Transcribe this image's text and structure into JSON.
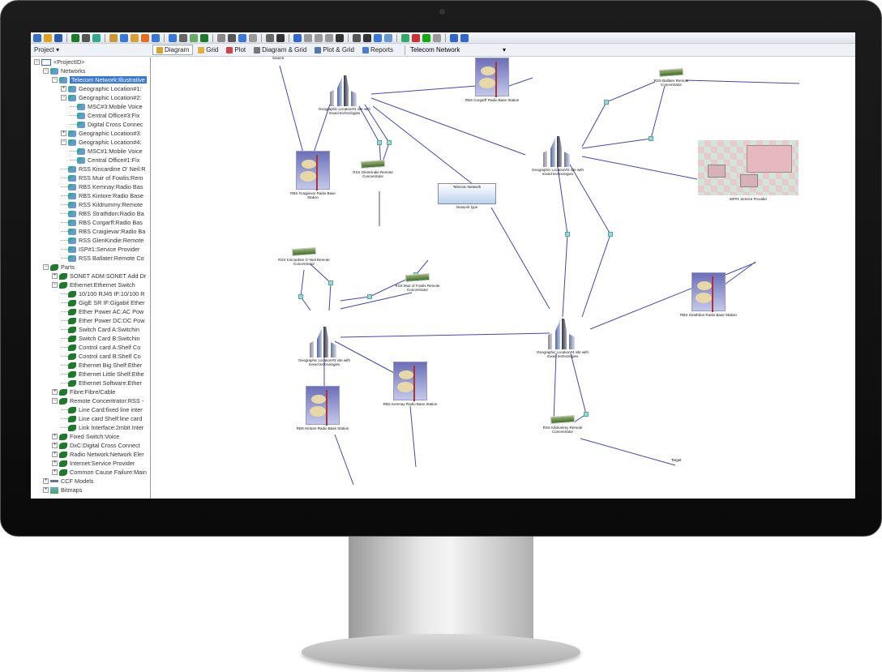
{
  "toolbar": {
    "icon_count": 40
  },
  "tabs": {
    "project": "Project ▾",
    "items": [
      {
        "label": "Diagram",
        "active": true,
        "icon": "pencil-icon"
      },
      {
        "label": "Grid",
        "icon": "grid-icon"
      },
      {
        "label": "Plot",
        "icon": "plot-icon"
      },
      {
        "label": "Diagram & Grid",
        "icon": "diagram-grid-icon"
      },
      {
        "label": "Plot & Grid",
        "icon": "plot-grid-icon"
      },
      {
        "label": "Reports",
        "icon": "reports-icon"
      }
    ],
    "network_select": "Telecom Network"
  },
  "tree": [
    {
      "label": "<ProjectID>",
      "level": 0,
      "exp": "-",
      "type": "proj"
    },
    {
      "label": "Networks",
      "level": 1,
      "exp": "-",
      "type": "net"
    },
    {
      "label": "Telecom Network:Illustrative",
      "level": 2,
      "exp": "-",
      "type": "net",
      "selected": true
    },
    {
      "label": "Geographic Location#1:",
      "level": 3,
      "exp": "+",
      "type": "net"
    },
    {
      "label": "Geographic Location#2:",
      "level": 3,
      "exp": "-",
      "type": "net"
    },
    {
      "label": "MSC#3:Mobile Voice",
      "level": 4,
      "type": "net"
    },
    {
      "label": "Central Office#3:Fix",
      "level": 4,
      "type": "net"
    },
    {
      "label": "Digital Cross Connec",
      "level": 4,
      "type": "net"
    },
    {
      "label": "Geographic Location#3:",
      "level": 3,
      "exp": "+",
      "type": "net"
    },
    {
      "label": "Geographic Location#4:",
      "level": 3,
      "exp": "-",
      "type": "net"
    },
    {
      "label": "MSC#1:Mobile Voice",
      "level": 4,
      "type": "net"
    },
    {
      "label": "Central Office#1:Fix",
      "level": 4,
      "type": "net"
    },
    {
      "label": "RSS Kincardine O' Neil:R",
      "level": 3,
      "type": "net"
    },
    {
      "label": "RSS Muir of Fowlis:Rem",
      "level": 3,
      "type": "net"
    },
    {
      "label": "RBS Kemnay:Radio Bas",
      "level": 3,
      "type": "net"
    },
    {
      "label": "RBS Kintore:Radio Base",
      "level": 3,
      "type": "net"
    },
    {
      "label": "RSS Kildrummy:Remote",
      "level": 3,
      "type": "net"
    },
    {
      "label": "RBS Strathdon:Radio Ba",
      "level": 3,
      "type": "net"
    },
    {
      "label": "RBS Corgarff:Radio Bas",
      "level": 3,
      "type": "net"
    },
    {
      "label": "RBS Craigievar:Radio Ba",
      "level": 3,
      "type": "net"
    },
    {
      "label": "RSS GlenKindie:Remote",
      "level": 3,
      "type": "net"
    },
    {
      "label": "ISP#1:Service Provider",
      "level": 3,
      "type": "net"
    },
    {
      "label": "RSS Ballater:Remote Co",
      "level": 3,
      "type": "net"
    },
    {
      "label": "Parts",
      "level": 1,
      "exp": "-",
      "type": "part"
    },
    {
      "label": "SONET ADM:SONET Add Dr",
      "level": 2,
      "exp": "+",
      "type": "part"
    },
    {
      "label": "Ethernet:Ethernet Switch",
      "level": 2,
      "exp": "-",
      "type": "part"
    },
    {
      "label": "10/100 RJ45 IF:10/100 R",
      "level": 3,
      "type": "part"
    },
    {
      "label": "GigE SR IF:Gigabit Ether",
      "level": 3,
      "type": "part"
    },
    {
      "label": "Ether Power AC:AC Pow",
      "level": 3,
      "type": "part"
    },
    {
      "label": "Ether Power DC:DC Pow",
      "level": 3,
      "type": "part"
    },
    {
      "label": "Switch Card A:Switchin",
      "level": 3,
      "type": "part"
    },
    {
      "label": "Switch Card B:Switchin",
      "level": 3,
      "type": "part"
    },
    {
      "label": "Control card A:Shelf Co",
      "level": 3,
      "type": "part"
    },
    {
      "label": "Control card B:Shelf Co",
      "level": 3,
      "type": "part"
    },
    {
      "label": "Ethernet Big Shelf:Ether",
      "level": 3,
      "type": "part"
    },
    {
      "label": "Ethernet Little Shelf:Ethe",
      "level": 3,
      "type": "part"
    },
    {
      "label": "Ethernet Software:Ether",
      "level": 3,
      "type": "part"
    },
    {
      "label": "Fibre:Fibre/Cable",
      "level": 2,
      "exp": "+",
      "type": "part"
    },
    {
      "label": "Remote Concentrator:RSS -",
      "level": 2,
      "exp": "-",
      "type": "part"
    },
    {
      "label": "Line Card:fixed line inter",
      "level": 3,
      "type": "part"
    },
    {
      "label": "Line card Shelf:line card",
      "level": 3,
      "type": "part"
    },
    {
      "label": "Link Interface:2mbit Inter",
      "level": 3,
      "type": "part"
    },
    {
      "label": "Fixed Switch:Voice",
      "level": 2,
      "exp": "+",
      "type": "part"
    },
    {
      "label": "DxC:Digital Cross Connect",
      "level": 2,
      "exp": "+",
      "type": "part"
    },
    {
      "label": "Radio Network:Network Eler",
      "level": 2,
      "exp": "+",
      "type": "part"
    },
    {
      "label": "Internet:Service Provider",
      "level": 2,
      "exp": "+",
      "type": "part"
    },
    {
      "label": "Common Cause Failure:Main",
      "level": 2,
      "exp": "+",
      "type": "part"
    },
    {
      "label": "CCF Models",
      "level": 1,
      "exp": "+",
      "type": "ccf"
    },
    {
      "label": "Bitmaps",
      "level": 1,
      "exp": "+",
      "type": "bmp"
    }
  ],
  "diagram": {
    "source_label": "Source",
    "target_label": "Target",
    "nodes": [
      {
        "id": "city1",
        "type": "city",
        "label": "Geographic Location#1 site with mixed technologies"
      },
      {
        "id": "city2",
        "type": "city",
        "label": "Geographic Location#2 site with mixed technologies"
      },
      {
        "id": "city3",
        "type": "city",
        "label": "Geographic Location#3 site with mixed technologies"
      },
      {
        "id": "city4",
        "type": "city",
        "label": "Geographic Location#4 site with mixed technologies"
      },
      {
        "id": "dish1",
        "type": "dish",
        "label": "RBS Corgarff Radio Base Station"
      },
      {
        "id": "dish2",
        "type": "dish",
        "label": "RBS Craigievar Radio Base Station"
      },
      {
        "id": "dish3",
        "type": "dish",
        "label": "RBS Strathdon Radio Base Station"
      },
      {
        "id": "dish4",
        "type": "dish",
        "label": "RBS Kemnay Radio Base Station"
      },
      {
        "id": "dish5",
        "type": "dish",
        "label": "RBS Kintore Radio Base Station"
      },
      {
        "id": "conc1",
        "type": "conc",
        "label": "RSS GlenKindie Remote Concentrator"
      },
      {
        "id": "conc2",
        "type": "conc",
        "label": "RSS Ballater Remote Concentrator"
      },
      {
        "id": "conc3",
        "type": "conc",
        "label": "RSS Kincardine O' Neil Remote Concentrator"
      },
      {
        "id": "conc4",
        "type": "conc",
        "label": "RSS Muir of Fowlis Remote Concentrator"
      },
      {
        "id": "conc5",
        "type": "conc",
        "label": "RSS Kildrummy Remote Concentrator"
      },
      {
        "id": "isp",
        "type": "server",
        "label": "ISP#1 Service Provider"
      },
      {
        "id": "tnet",
        "type": "box",
        "label": "Telecom Network",
        "sub": "Network type"
      }
    ]
  }
}
